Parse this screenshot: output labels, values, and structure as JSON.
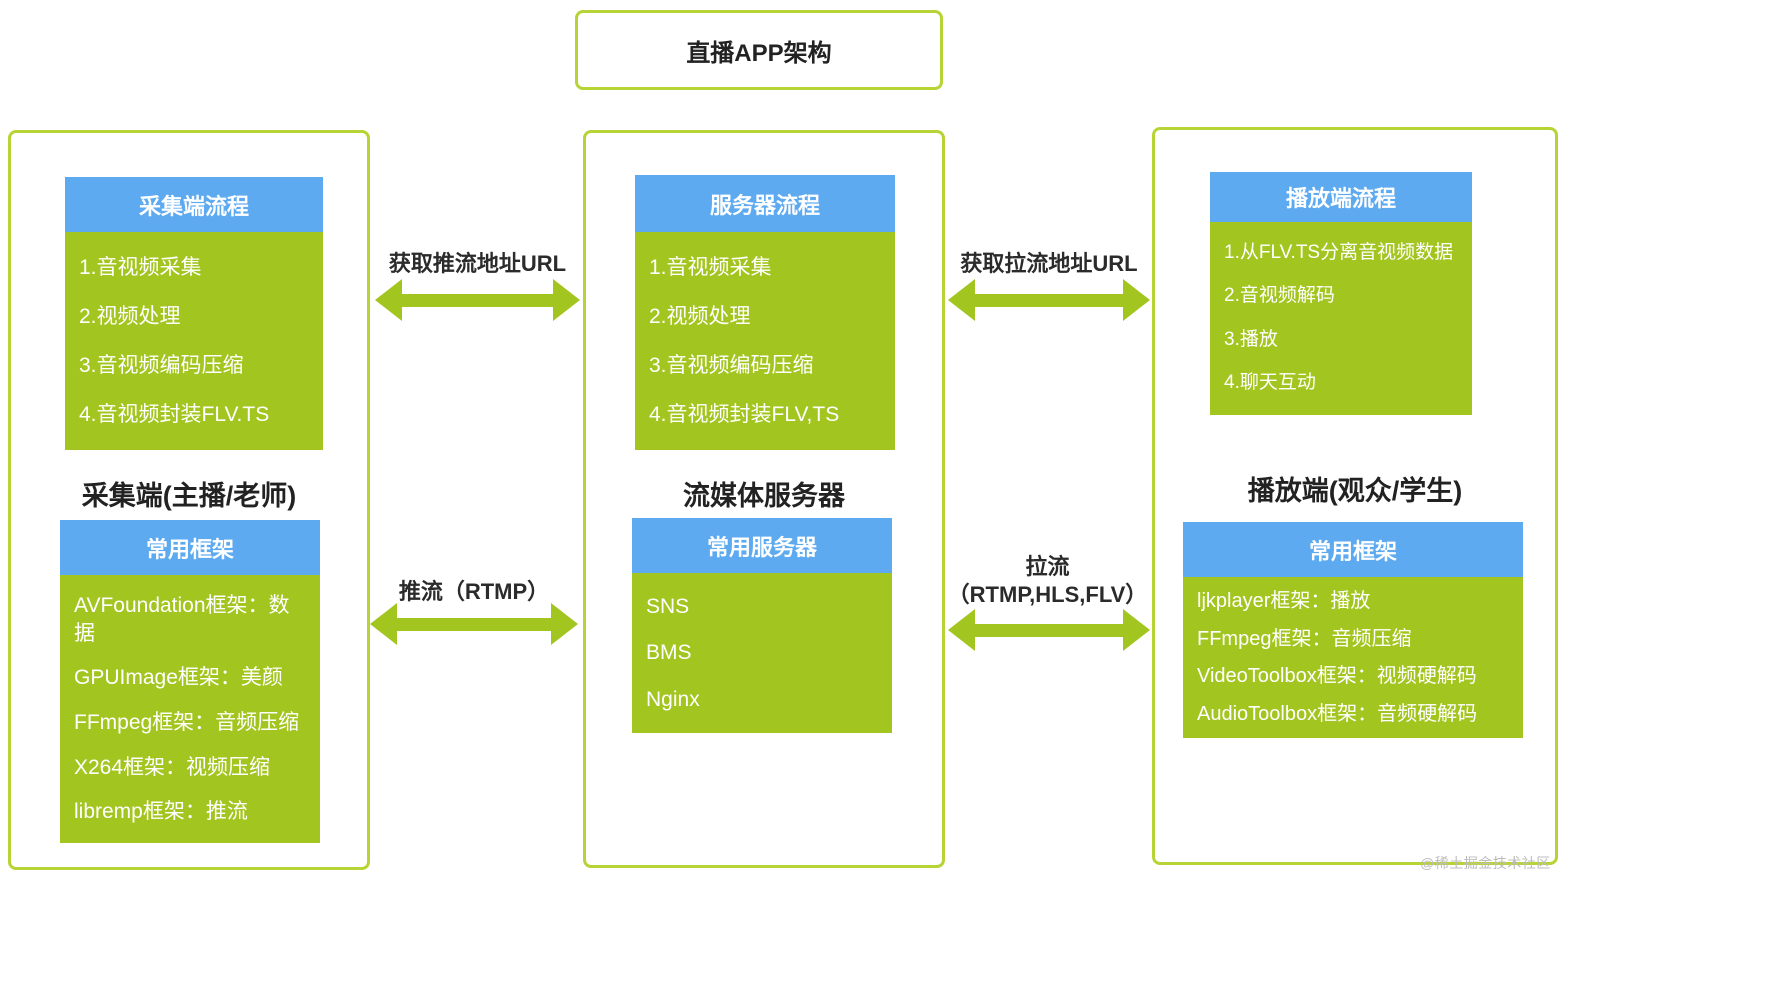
{
  "title": "直播APP架构",
  "columns": {
    "capture": {
      "flow": {
        "header": "采集端流程",
        "items": [
          "1.音视频采集",
          "2.视频处理",
          "3.音视频编码压缩",
          "4.音视频封装FLV.TS"
        ]
      },
      "label": "采集端(主播/老师)",
      "frameworks": {
        "header": "常用框架",
        "items": [
          "AVFoundation框架：数据",
          "GPUImage框架：美颜",
          "FFmpeg框架：音频压缩",
          "X264框架：视频压缩",
          "libremp框架：推流"
        ]
      }
    },
    "server": {
      "flow": {
        "header": "服务器流程",
        "items": [
          "1.音视频采集",
          "2.视频处理",
          "3.音视频编码压缩",
          "4.音视频封装FLV,TS"
        ]
      },
      "label": "流媒体服务器",
      "frameworks": {
        "header": "常用服务器",
        "items": [
          "SNS",
          "BMS",
          "Nginx"
        ]
      }
    },
    "player": {
      "flow": {
        "header": "播放端流程",
        "items": [
          "1.从FLV.TS分离音视频数据",
          "2.音视频解码",
          "3.播放",
          "4.聊天互动"
        ]
      },
      "label": "播放端(观众/学生)",
      "frameworks": {
        "header": "常用框架",
        "items": [
          "ljkplayer框架：播放",
          "FFmpeg框架：音频压缩",
          "VideoToolbox框架：视频硬解码",
          "AudioToolbox框架：音频硬解码"
        ]
      }
    }
  },
  "arrows": {
    "push_url": "获取推流地址URL",
    "push": "推流（RTMP）",
    "pull_url": "获取拉流地址URL",
    "pull_line1": "拉流",
    "pull_line2": "（RTMP,HLS,FLV）"
  },
  "watermark": "@稀土掘金技术社区",
  "colors": {
    "border_green": "#b7d437",
    "header_blue": "#5daaf0",
    "box_green": "#a3c520"
  }
}
